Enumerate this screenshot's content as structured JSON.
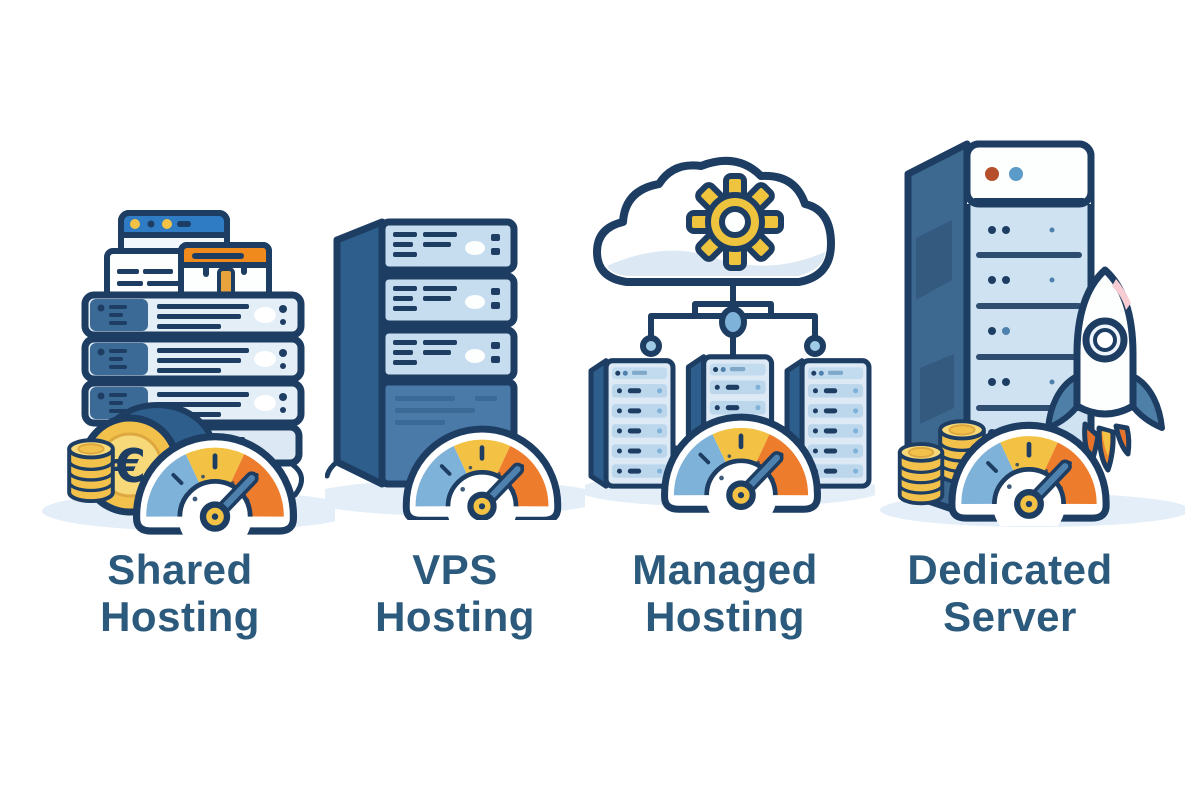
{
  "title": "Web hosting types comparison illustration",
  "columns": [
    {
      "id": "shared-hosting",
      "label_line1": "Shared",
      "label_line2": "Hosting",
      "icons": [
        "browser-window-icon",
        "website-window-icon",
        "server-rack-icon",
        "coin-icon",
        "coin-stack-icon",
        "speedometer-icon"
      ]
    },
    {
      "id": "vps-hosting",
      "label_line1": "VPS",
      "label_line2": "Hosting",
      "icons": [
        "server-tower-icon",
        "speedometer-icon"
      ]
    },
    {
      "id": "managed-hosting",
      "label_line1": "Managed",
      "label_line2": "Hosting",
      "icons": [
        "cloud-icon",
        "gear-icon",
        "network-tree-icon",
        "server-rack-icon",
        "speedometer-icon"
      ]
    },
    {
      "id": "dedicated-server",
      "label_line1": "Dedicated",
      "label_line2": "Server",
      "icons": [
        "server-tower-icon",
        "rocket-icon",
        "coin-stack-icon",
        "speedometer-icon"
      ]
    }
  ],
  "coin_symbol": "€",
  "colors": {
    "background": "#ffffff",
    "outline_navy": "#1d3d63",
    "label_text": "#2b5a7c",
    "server_light": "#c6dcef",
    "server_panel": "#e4eef7",
    "server_dark_side": "#2e5e8c",
    "server_dark_body": "#4a7aa8",
    "browser_header_blue": "#2f7cc4",
    "window_header_orange": "#f08a1d",
    "gauge_blue": "#7fb2d8",
    "gauge_yellow": "#f3c245",
    "gauge_orange": "#ed7d2d",
    "needle_steel": "#4e81ad",
    "coin_gold": "#f2c14b",
    "coin_gold_light": "#f7d97a",
    "gear_gold": "#eec33e",
    "rocket_fin_blue": "#4e7fa6",
    "flame_orange": "#e8742c",
    "ground_shadow": "#e3eef8"
  }
}
